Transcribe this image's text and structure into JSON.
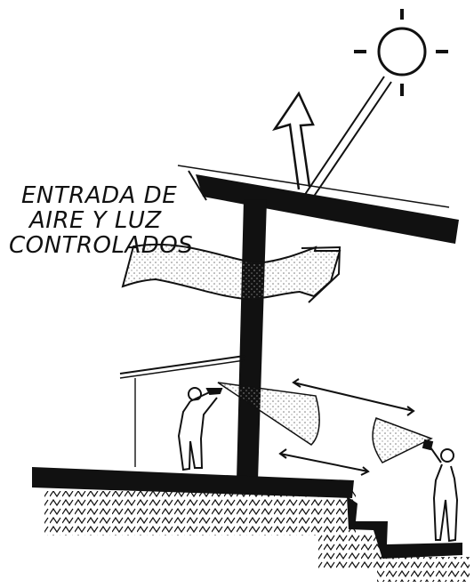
{
  "diagram": {
    "label_lines": [
      "ENTRADA DE",
      "AIRE Y LUZ",
      "CONTROLADOS"
    ],
    "colors": {
      "ink": "#111111",
      "paper": "#ffffff",
      "stipple": "#999999"
    },
    "icons": [
      "sun-icon",
      "person-left-icon",
      "person-right-icon",
      "wind-arrow-icon"
    ]
  }
}
